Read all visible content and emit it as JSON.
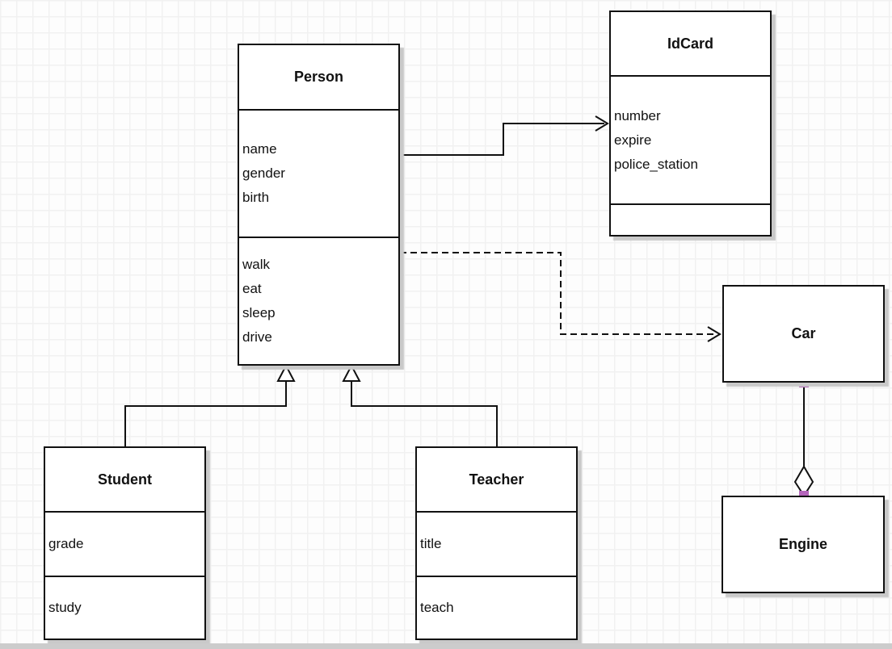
{
  "diagram": {
    "type": "uml-class-diagram",
    "classes": [
      {
        "name": "Person",
        "attributes": [
          "name",
          "gender",
          "birth"
        ],
        "methods": [
          "walk",
          "eat",
          "sleep",
          "drive"
        ]
      },
      {
        "name": "IdCard",
        "attributes": [
          "number",
          "expire",
          "police_station"
        ],
        "methods": []
      },
      {
        "name": "Car",
        "attributes": [],
        "methods": []
      },
      {
        "name": "Engine",
        "attributes": [],
        "methods": []
      },
      {
        "name": "Student",
        "attributes": [
          "grade"
        ],
        "methods": [
          "study"
        ]
      },
      {
        "name": "Teacher",
        "attributes": [
          "title"
        ],
        "methods": [
          "teach"
        ]
      }
    ],
    "relationships": [
      {
        "from": "Person",
        "to": "IdCard",
        "type": "association",
        "line": "solid",
        "arrowhead": "open-arrow"
      },
      {
        "from": "Person",
        "to": "Car",
        "type": "dependency",
        "line": "dashed",
        "arrowhead": "open-arrow"
      },
      {
        "from": "Student",
        "to": "Person",
        "type": "generalization",
        "line": "solid",
        "arrowhead": "hollow-triangle"
      },
      {
        "from": "Teacher",
        "to": "Person",
        "type": "generalization",
        "line": "solid",
        "arrowhead": "hollow-triangle"
      },
      {
        "from": "Car",
        "to": "Engine",
        "type": "aggregation",
        "line": "solid",
        "arrowhead": "hollow-diamond",
        "endpoint_markers": "purple-squares"
      }
    ],
    "colors": {
      "line": "#111111",
      "box_fill": "#ffffff",
      "text": "#111111",
      "endpoint_handle": "#b465bb",
      "shadow": "#c9c9c9",
      "grid_line": "#f1f1f1",
      "canvas_bg": "#fdfdfd",
      "canvas_edge": "#cccccc"
    }
  }
}
